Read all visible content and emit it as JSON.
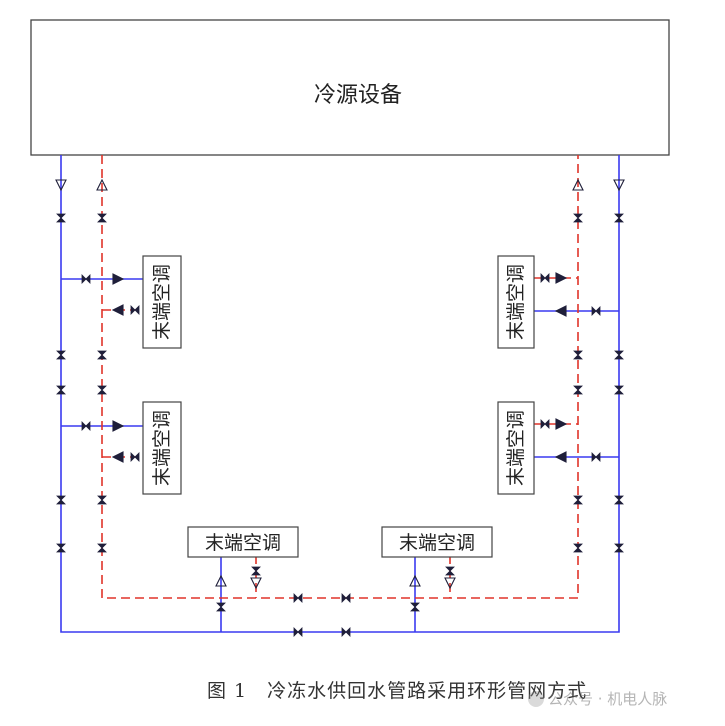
{
  "diagram": {
    "source_label": "冷源设备",
    "terminal_label": "末端空调",
    "caption": "图 1　冷冻水供回水管路采用环形管网方式",
    "watermark": "公众号 · 机电人脉",
    "colors": {
      "supply": "#3a3af0",
      "return": "#e0342a",
      "valve": "#1f1f3a",
      "outline": "#444444"
    },
    "icons": [
      "flow-arrow-icon",
      "valve-icon"
    ]
  }
}
